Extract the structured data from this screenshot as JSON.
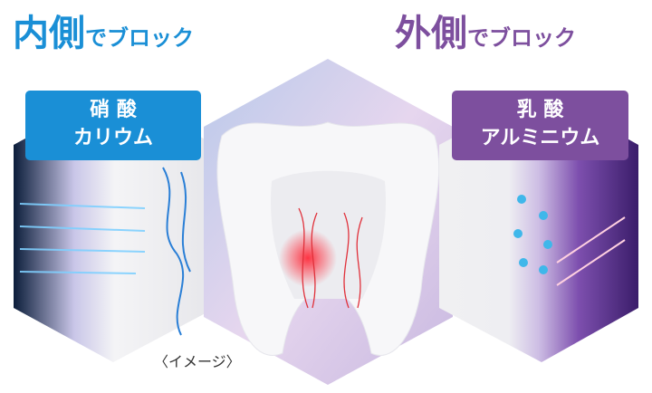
{
  "headline_inner": {
    "main": "内側",
    "sub": "でブロック"
  },
  "headline_outer": {
    "main": "外側",
    "sub": "でブロック"
  },
  "ingredient_left": {
    "line1": "硝 酸",
    "line2": "カリウム"
  },
  "ingredient_right": {
    "line1": "乳 酸",
    "line2": "アルミニウム"
  },
  "caption": "〈イメージ〉",
  "colors": {
    "blue": "#1a8fd6",
    "purple": "#7d4f9e"
  }
}
